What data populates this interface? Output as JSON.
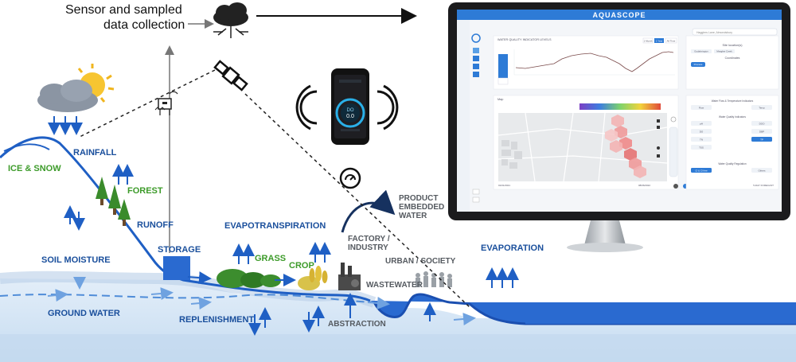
{
  "sensor": {
    "line1": "Sensor and sampled",
    "line2": "data collection"
  },
  "labels": {
    "rainfall": "RAINFALL",
    "ice_snow": "ICE & SNOW",
    "forest": "FOREST",
    "runoff": "RUNOFF",
    "storage": "STORAGE",
    "soil_moisture": "SOIL MOISTURE",
    "ground_water": "GROUND WATER",
    "evapotranspiration": "EVAPOTRANSPIRATION",
    "grass": "GRASS",
    "crop": "CROP",
    "replenishment": "REPLENISHMENT",
    "abstraction": "ABSTRACTION",
    "product_1": "PRODUCT",
    "product_2": "EMBEDDED",
    "product_3": "WATER",
    "factory_1": "FACTORY /",
    "factory_2": "INDUSTRY",
    "urban": "URBAN / SOCIETY",
    "wastewater": "WASTEWATER",
    "evaporation": "EVAPORATION"
  },
  "monitor": {
    "brand": "AQUASCOPE",
    "chart_title": "WATER QUALITY INDICATOR LEVELS",
    "tabs": [
      "1 Month",
      "1 Year",
      "All Time"
    ],
    "side_title": "Site location(s)",
    "side_chip1": "Godalmington",
    "side_chip2": "Meagher Creek",
    "side_sub": "Coordinates",
    "side_button": "Process",
    "map_title": "Map",
    "panel1_title": "Water Flow & Temperature Indicators",
    "panel1_buttons": [
      "Flow",
      "Temp"
    ],
    "panel2_title": "Water Quality Indicators",
    "panel2_buttons": [
      "pH",
      "DOO",
      "DO",
      "DBP",
      "TN",
      "TP",
      "TSS"
    ],
    "panel3_title": "Water Quality Regulation",
    "panel3_buttons": [
      "Cl & Cl free",
      "Others"
    ],
    "date_left": "01/01/2021",
    "date_right": "08/06/2022",
    "forecast": "5-DAY FORECAST",
    "search": "Hagglers Lane, Almondsbury"
  },
  "phone": {
    "reading": "DO",
    "value": "0.0"
  },
  "colors": {
    "water": "#2c6fd0",
    "water_light": "#cfe1f2",
    "text_blue": "#1a4f9c",
    "text_green": "#3d9b2a",
    "brand": "#2e7bd6"
  }
}
